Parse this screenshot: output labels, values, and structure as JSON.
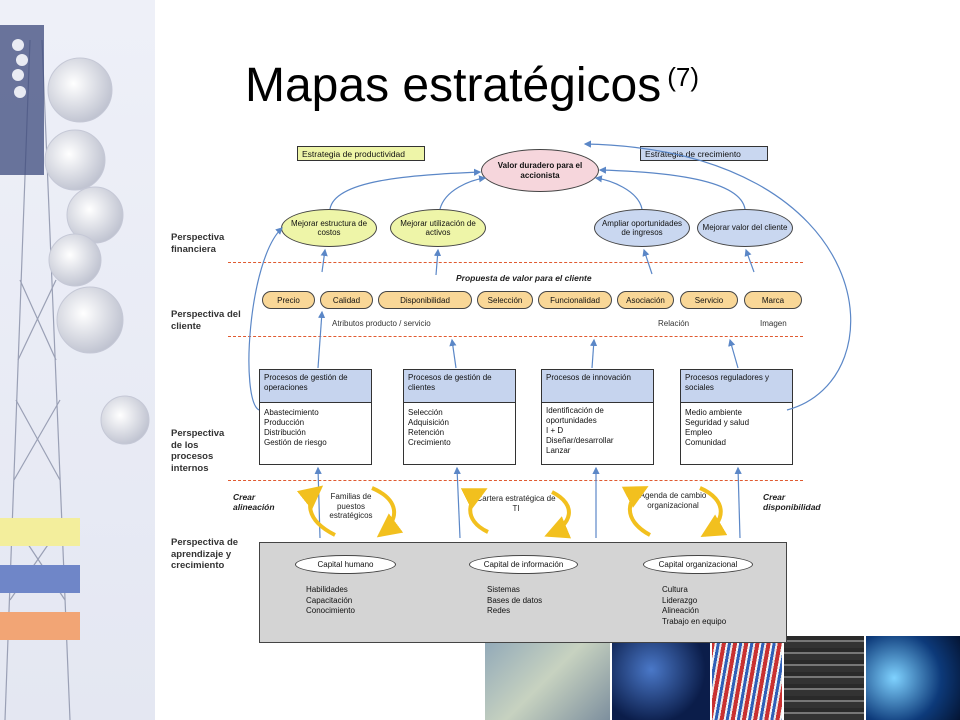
{
  "slide": {
    "title": "Mapas estratégicos",
    "title_superscript": "(7)"
  },
  "strategy_labels": {
    "productivity": "Estrategia de productividad",
    "growth": "Estrategia de crecimiento"
  },
  "goal": "Valor duradero para el accionista",
  "perspectives": {
    "financial": "Perspectiva financiera",
    "customer": "Perspectiva del cliente",
    "internal": "Perspectiva de los procesos internos",
    "learning": "Perspectiva de aprendizaje y crecimiento"
  },
  "financial_objectives": [
    "Mejorar estructura de costos",
    "Mejorar utilización de activos",
    "Ampliar oportunidades de ingresos",
    "Mejorar valor del cliente"
  ],
  "value_proposition": {
    "title": "Propuesta de valor para el cliente",
    "attributes": [
      "Precio",
      "Calidad",
      "Disponibilidad",
      "Selección",
      "Funcionalidad",
      "Asociación",
      "Servicio",
      "Marca"
    ],
    "group_labels": [
      "Atributos producto / servicio",
      "Relación",
      "Imagen"
    ]
  },
  "processes": [
    {
      "header": "Procesos de gestión de operaciones",
      "items": [
        "Abastecimiento",
        "Producción",
        "Distribución",
        "Gestión de riesgo"
      ]
    },
    {
      "header": "Procesos de gestión de clientes",
      "items": [
        "Selección",
        "Adquisición",
        "Retención",
        "Crecimiento"
      ]
    },
    {
      "header": "Procesos de innovación",
      "items": [
        "Identificación de",
        "oportunidades",
        "I + D",
        "Diseñar/desarrollar",
        "Lanzar"
      ]
    },
    {
      "header": "Procesos reguladores y sociales",
      "items": [
        "Medio ambiente",
        "Seguridad y salud",
        "Empleo",
        "Comunidad"
      ]
    }
  ],
  "alignment": {
    "create_alignment": "Crear alineación",
    "create_readiness": "Crear disponibilidad",
    "cycles": [
      "Familias de puestos estratégicos",
      "Cartera estratégica de TI",
      "Agenda de cambio organizacional"
    ]
  },
  "capitals": [
    {
      "name": "Capital humano",
      "items": [
        "Habilidades",
        "Capacitación",
        "Conocimiento"
      ]
    },
    {
      "name": "Capital de información",
      "items": [
        "Sistemas",
        "Bases de datos",
        "Redes"
      ]
    },
    {
      "name": "Capital organizacional",
      "items": [
        "Cultura",
        "Liderazgo",
        "Alineación",
        "Trabajo en equipo"
      ]
    }
  ],
  "colors": {
    "financial_fill": "#eef5a8",
    "customer_fill": "#f9d797",
    "goal_fill": "#f6d6dc",
    "growth_fill": "#c9d7f0",
    "process_header": "#c6d4ee",
    "learning_fill": "#d4d4d4",
    "arrow": "#5b87c7",
    "cycle": "#f2c01e",
    "divider": "#e05a30"
  }
}
